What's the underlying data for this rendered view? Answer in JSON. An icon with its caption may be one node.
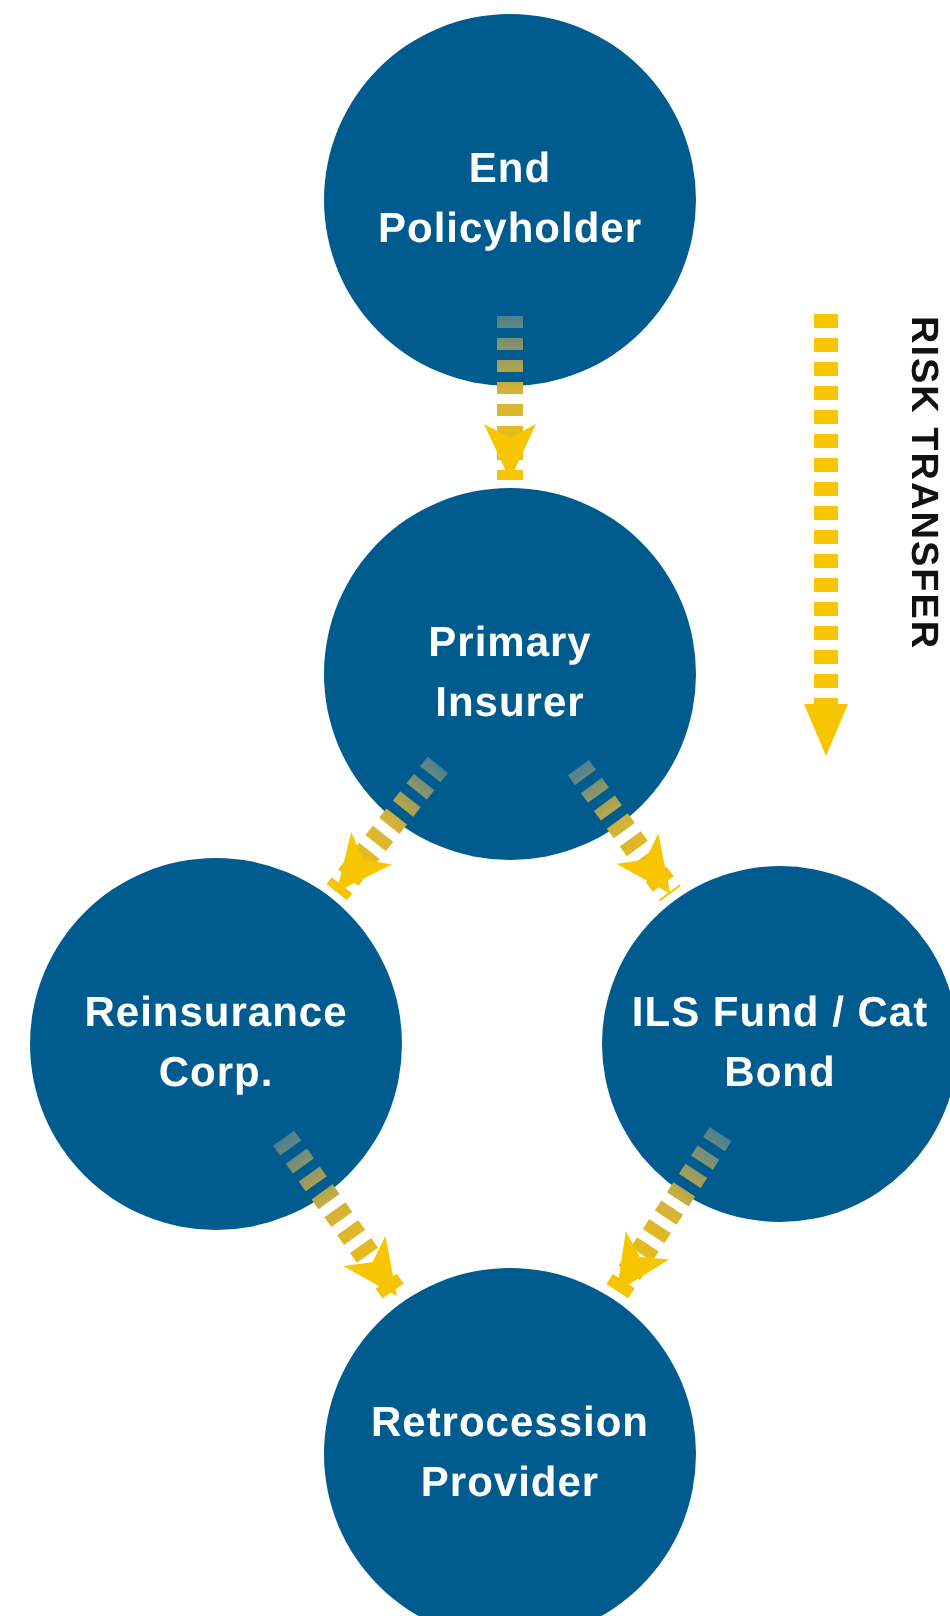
{
  "diagram": {
    "nodes": [
      {
        "text": [
          "End Policyholder"
        ]
      },
      {
        "text": [
          "Primary Insurer"
        ]
      },
      {
        "text": [
          "Reinsurance Corp."
        ]
      },
      {
        "text": [
          "ILS Fund / Cat Bond"
        ]
      },
      {
        "text": [
          "Retrocession Provider"
        ]
      }
    ],
    "edges": [
      {
        "from": 0,
        "to": 1,
        "arrow": "to"
      },
      {
        "from": 1,
        "to": 2,
        "arrow": "to"
      },
      {
        "from": 1,
        "to": 3,
        "arrow": "to"
      },
      {
        "from": 2,
        "to": 4,
        "arrow": "to"
      },
      {
        "from": 3,
        "to": 4,
        "arrow": "to"
      }
    ],
    "labels": [
      "RISK TRANSFER"
    ]
  }
}
